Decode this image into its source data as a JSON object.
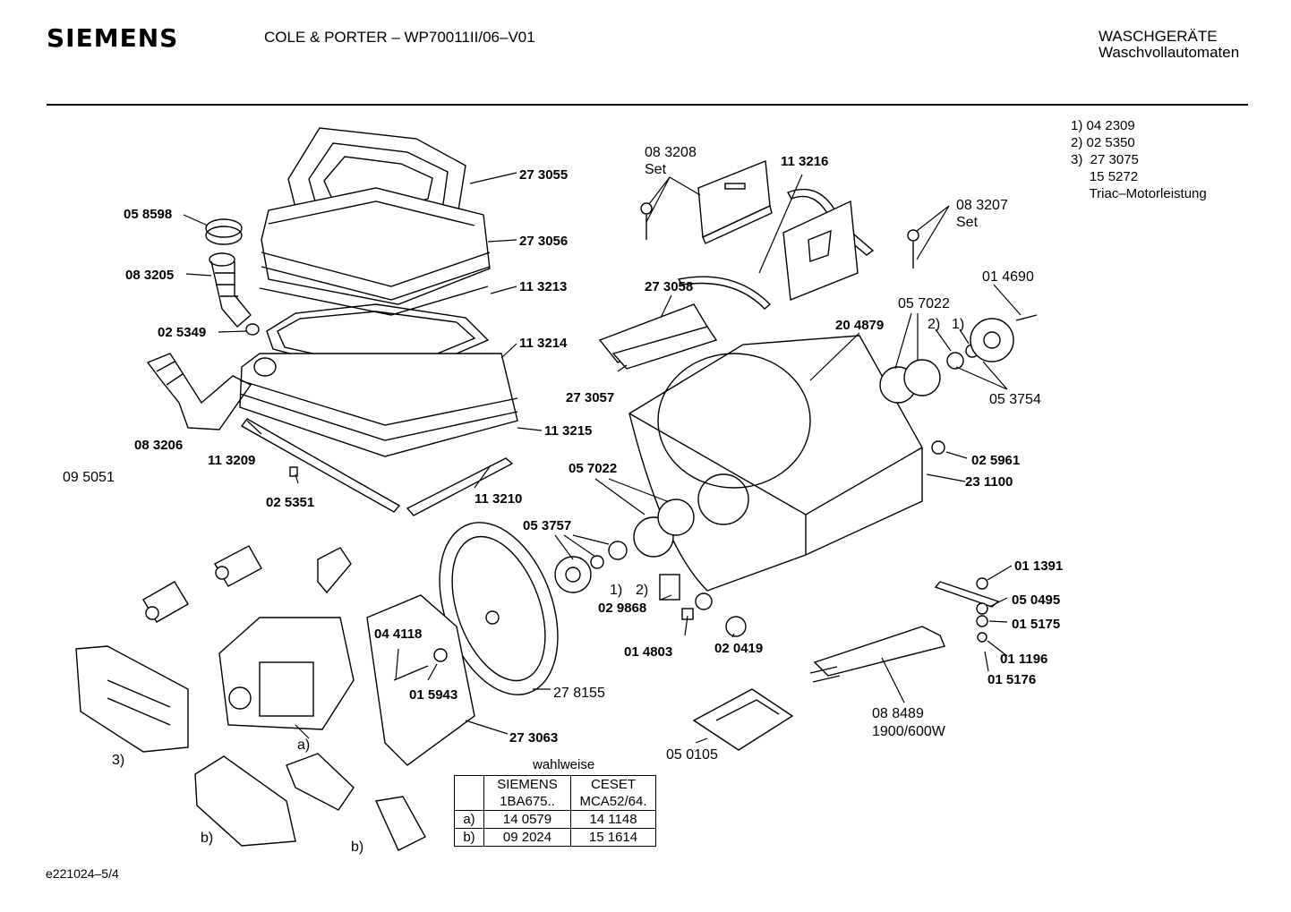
{
  "header": {
    "brand": "SIEMENS",
    "model": "COLE & PORTER – WP70011II/06–V01",
    "category_line1": "WASCHGERÄTE",
    "category_line2": "Waschvollautomaten"
  },
  "notes": [
    "1) 04 2309",
    "2) 02 5350",
    "3)  27 3075",
    "     15 5272",
    "     Triac–Motorleistung"
  ],
  "labels": {
    "p273055": "27 3055",
    "p058598": "05 8598",
    "p273056": "27 3056",
    "p083205": "08 3205",
    "p113213": "11 3213",
    "p025349": "02 5349",
    "p113214": "11 3214",
    "p083206": "08 3206",
    "p113209": "11 3209",
    "p113215": "11 3215",
    "p095051": "09 5051",
    "p025351": "02 5351",
    "p113210": "11 3210",
    "p083208": "08 3208",
    "p083208set": "Set",
    "p113216": "11 3216",
    "p083207": "08 3207",
    "p083207set": "Set",
    "p014690": "01 4690",
    "p273058": "27 3058",
    "p057022a": "05 7022",
    "p204879": "20 4879",
    "p2a": "2)",
    "p1a": "1)",
    "p273057": "27 3057",
    "p053754": "05 3754",
    "p025961": "02 5961",
    "p057022b": "05 7022",
    "p231100": "23 1100",
    "p053757": "05 3757",
    "p1b": "1)",
    "p2b": "2)",
    "p029868": "02 9868",
    "p011391": "01 1391",
    "p050495": "05 0495",
    "p015175": "01 5175",
    "p011196": "01 1196",
    "p015176": "01 5176",
    "p044118": "04 4118",
    "p015943": "01 5943",
    "p278155": "27 8155",
    "p014803": "01 4803",
    "p020419": "02 0419",
    "p088489": "08 8489",
    "p088489w": "1900/600W",
    "p273063": "27 3063",
    "p050105": "05 0105",
    "p3": "3)",
    "pa": "a)",
    "pb1": "b)",
    "pb2": "b)"
  },
  "variant_table": {
    "caption": "wahlweise",
    "headers": [
      "",
      "SIEMENS\n1BA675..",
      "CESET\nMCA52/64."
    ],
    "col1_line1": "SIEMENS",
    "col1_line2": "1BA675..",
    "col2_line1": "CESET",
    "col2_line2": "MCA52/64.",
    "rows": [
      {
        "key": "a)",
        "siemens": "14 0579",
        "ceset": "14 1148"
      },
      {
        "key": "b)",
        "siemens": "09 2024",
        "ceset": "15 1614"
      }
    ]
  },
  "footer": "e221024–5/4"
}
